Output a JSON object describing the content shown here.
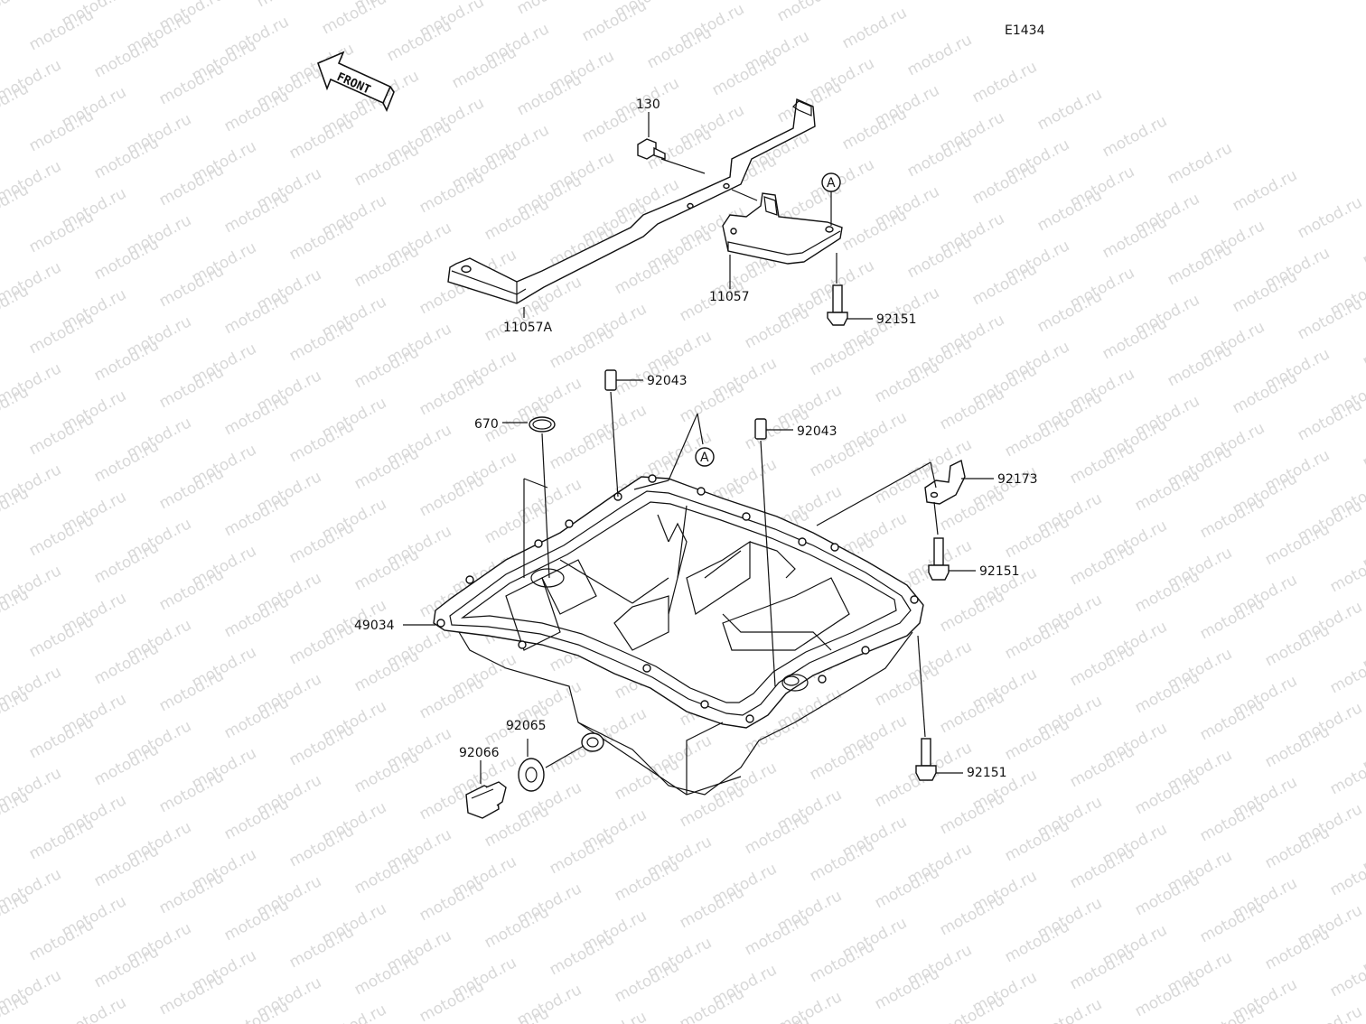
{
  "diagram_id": "E1434",
  "watermark_text": "motod.ru",
  "direction_arrow": {
    "text": "FRONT"
  },
  "callouts": {
    "p130": "130",
    "p11057A": "11057A",
    "p11057": "11057",
    "pA_top": "A",
    "p92151_top": "92151",
    "p92043_left": "92043",
    "p670": "670",
    "pA_mid": "A",
    "p92043_right": "92043",
    "p92173": "92173",
    "p92151_mid": "92151",
    "p49034": "49034",
    "p92065": "92065",
    "p92066": "92066",
    "p92151_bottom": "92151"
  },
  "colors": {
    "line": "#111111",
    "watermark": "#d8d8d8",
    "background": "#ffffff"
  }
}
